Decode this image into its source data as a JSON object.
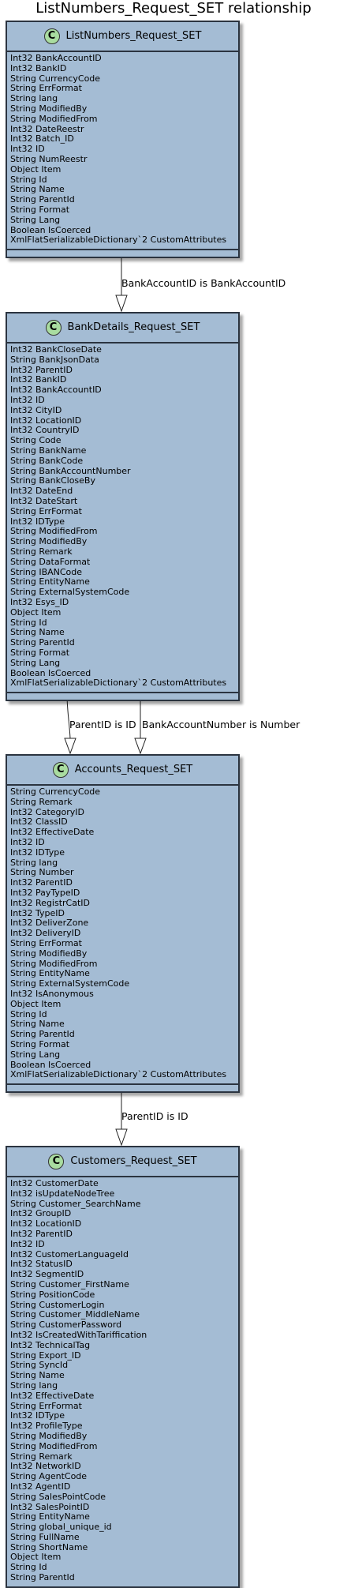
{
  "title": "ListNumbers_Request_SET relationship",
  "colors": {
    "class_fill": "#a4bcd4",
    "class_border": "#2b3440",
    "icon_fill": "#a9dca0"
  },
  "classes": [
    {
      "icon": "C",
      "name": "ListNumbers_Request_SET",
      "attributes": [
        "Int32 BankAccountID",
        "Int32 BankID",
        "String CurrencyCode",
        "String ErrFormat",
        "String lang",
        "String ModifiedBy",
        "String ModifiedFrom",
        "Int32 DateReestr",
        "Int32 Batch_ID",
        "Int32 ID",
        "String NumReestr",
        "Object Item",
        "String Id",
        "String Name",
        "String ParentId",
        "String Format",
        "String Lang",
        "Boolean IsCoerced",
        "XmlFlatSerializableDictionary`2 CustomAttributes"
      ]
    },
    {
      "icon": "C",
      "name": "BankDetails_Request_SET",
      "attributes": [
        "Int32 BankCloseDate",
        "String BankJsonData",
        "Int32 ParentID",
        "Int32 BankID",
        "Int32 BankAccountID",
        "Int32 ID",
        "Int32 CityID",
        "Int32 LocationID",
        "Int32 CountryID",
        "String Code",
        "String BankName",
        "String BankCode",
        "String BankAccountNumber",
        "String BankCloseBy",
        "Int32 DateEnd",
        "Int32 DateStart",
        "String ErrFormat",
        "Int32 IDType",
        "String ModifiedFrom",
        "String ModifiedBy",
        "String Remark",
        "String DataFormat",
        "String IBANCode",
        "String EntityName",
        "String ExternalSystemCode",
        "Int32 Esys_ID",
        "Object Item",
        "String Id",
        "String Name",
        "String ParentId",
        "String Format",
        "String Lang",
        "Boolean IsCoerced",
        "XmlFlatSerializableDictionary`2 CustomAttributes"
      ]
    },
    {
      "icon": "C",
      "name": "Accounts_Request_SET",
      "attributes": [
        "String CurrencyCode",
        "String Remark",
        "Int32 CategoryID",
        "Int32 ClassID",
        "Int32 EffectiveDate",
        "Int32 ID",
        "Int32 IDType",
        "String lang",
        "String Number",
        "Int32 ParentID",
        "Int32 PayTypeID",
        "Int32 RegistrCatID",
        "Int32 TypeID",
        "Int32 DeliverZone",
        "Int32 DeliveryID",
        "String ErrFormat",
        "String ModifiedBy",
        "String ModifiedFrom",
        "String EntityName",
        "String ExternalSystemCode",
        "Int32 IsAnonymous",
        "Object Item",
        "String Id",
        "String Name",
        "String ParentId",
        "String Format",
        "String Lang",
        "Boolean IsCoerced",
        "XmlFlatSerializableDictionary`2 CustomAttributes"
      ]
    },
    {
      "icon": "C",
      "name": "Customers_Request_SET",
      "attributes": [
        "Int32 CustomerDate",
        "Int32 isUpdateNodeTree",
        "String Customer_SearchName",
        "Int32 GroupID",
        "Int32 LocationID",
        "Int32 ParentID",
        "Int32 ID",
        "Int32 CustomerLanguageId",
        "Int32 StatusID",
        "Int32 SegmentID",
        "String Customer_FirstName",
        "String PositionCode",
        "String CustomerLogin",
        "String Customer_MiddleName",
        "String CustomerPassword",
        "Int32 IsCreatedWithTariffication",
        "Int32 TechnicalTag",
        "String Export_ID",
        "String SyncId",
        "String Name",
        "String lang",
        "Int32 EffectiveDate",
        "String ErrFormat",
        "Int32 IDType",
        "Int32 ProfileType",
        "String ModifiedBy",
        "String ModifiedFrom",
        "String Remark",
        "Int32 NetworkID",
        "String AgentCode",
        "Int32 AgentID",
        "String SalesPointCode",
        "Int32 SalesPointID",
        "String EntityName",
        "String global_unique_id",
        "String FullName",
        "String ShortName",
        "Object Item",
        "String Id",
        "String ParentId"
      ]
    }
  ],
  "relations": [
    {
      "label": "BankAccountID is BankAccountID"
    },
    {
      "label": "ParentID is ID"
    },
    {
      "label": "BankAccountNumber is Number"
    },
    {
      "label": "ParentID is ID"
    }
  ]
}
